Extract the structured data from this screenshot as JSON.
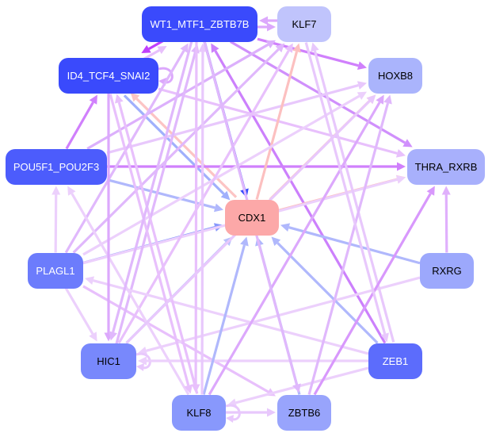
{
  "nodes": [
    {
      "id": "WT1_MTF1_ZBTB7B",
      "label": "WT1_MTF1_ZBTB7B",
      "color": "#3a4afc",
      "text": "#ffffff"
    },
    {
      "id": "KLF7",
      "label": "KLF7",
      "color": "#c0c4fc",
      "text": "#000000"
    },
    {
      "id": "ID4_TCF4_SNAI2",
      "label": "ID4_TCF4_SNAI2",
      "color": "#3a4afc",
      "text": "#ffffff"
    },
    {
      "id": "HOXB8",
      "label": "HOXB8",
      "color": "#aab4fc",
      "text": "#000000"
    },
    {
      "id": "POU5F1_POU2F3",
      "label": "POU5F1_POU2F3",
      "color": "#4c5cfc",
      "text": "#ffffff"
    },
    {
      "id": "THRA_RXRB",
      "label": "THRA_RXRB",
      "color": "#a8b0fc",
      "text": "#000000"
    },
    {
      "id": "CDX1",
      "label": "CDX1",
      "color": "#fca8a8",
      "text": "#000000"
    },
    {
      "id": "PLAGL1",
      "label": "PLAGL1",
      "color": "#6c7cfc",
      "text": "#ffffff"
    },
    {
      "id": "RXRG",
      "label": "RXRG",
      "color": "#9ca8fc",
      "text": "#000000"
    },
    {
      "id": "HIC1",
      "label": "HIC1",
      "color": "#7888fc",
      "text": "#000000"
    },
    {
      "id": "ZEB1",
      "label": "ZEB1",
      "color": "#5c6cfc",
      "text": "#ffffff"
    },
    {
      "id": "KLF8",
      "label": "KLF8",
      "color": "#8898fc",
      "text": "#000000"
    },
    {
      "id": "ZBTB6",
      "label": "ZBTB6",
      "color": "#98a4fc",
      "text": "#000000"
    }
  ],
  "edges": [
    {
      "from": "WT1_MTF1_ZBTB7B",
      "to": "KLF7",
      "color": "#dca8fc"
    },
    {
      "from": "KLF7",
      "to": "WT1_MTF1_ZBTB7B",
      "color": "#dca8fc"
    },
    {
      "from": "WT1_MTF1_ZBTB7B",
      "to": "ID4_TCF4_SNAI2",
      "color": "#c040fc"
    },
    {
      "from": "ID4_TCF4_SNAI2",
      "to": "WT1_MTF1_ZBTB7B",
      "color": "#e8c0fc"
    },
    {
      "from": "WT1_MTF1_ZBTB7B",
      "to": "HOXB8",
      "color": "#d080fc"
    },
    {
      "from": "WT1_MTF1_ZBTB7B",
      "to": "THRA_RXRB",
      "color": "#d090fc"
    },
    {
      "from": "WT1_MTF1_ZBTB7B",
      "to": "CDX1",
      "color": "#3a4cfc"
    },
    {
      "from": "ZEB1",
      "to": "WT1_MTF1_ZBTB7B",
      "color": "#cc80fc"
    },
    {
      "from": "ID4_TCF4_SNAI2",
      "to": "ID4_TCF4_SNAI2",
      "color": "#dca8fc"
    },
    {
      "from": "ID4_TCF4_SNAI2",
      "to": "THRA_RXRB",
      "color": "#e8c0fc"
    },
    {
      "from": "CDX1",
      "to": "ID4_TCF4_SNAI2",
      "color": "#fcc4c4"
    },
    {
      "from": "ID4_TCF4_SNAI2",
      "to": "CDX1",
      "color": "#a0b0fc"
    },
    {
      "from": "POU5F1_POU2F3",
      "to": "ID4_TCF4_SNAI2",
      "color": "#d080fc"
    },
    {
      "from": "POU5F1_POU2F3",
      "to": "THRA_RXRB",
      "color": "#d080fc"
    },
    {
      "from": "POU5F1_POU2F3",
      "to": "CDX1",
      "color": "#b0b8fc"
    },
    {
      "from": "POU5F1_POU2F3",
      "to": "HOXB8",
      "color": "#e8c8fc"
    },
    {
      "from": "POU5F1_POU2F3",
      "to": "KLF7",
      "color": "#dcb0fc"
    },
    {
      "from": "CDX1",
      "to": "KLF7",
      "color": "#fcc0c0"
    },
    {
      "from": "CDX1",
      "to": "HOXB8",
      "color": "#fcc0c0"
    },
    {
      "from": "CDX1",
      "to": "THRA_RXRB",
      "color": "#fcc0c0"
    },
    {
      "from": "PLAGL1",
      "to": "CDX1",
      "color": "#8898fc"
    },
    {
      "from": "PLAGL1",
      "to": "POU5F1_POU2F3",
      "color": "#ecd0fc"
    },
    {
      "from": "PLAGL1",
      "to": "KLF7",
      "color": "#e0b8fc"
    },
    {
      "from": "PLAGL1",
      "to": "WT1_MTF1_ZBTB7B",
      "color": "#e0b8fc"
    },
    {
      "from": "PLAGL1",
      "to": "HIC1",
      "color": "#ecd0fc"
    },
    {
      "from": "PLAGL1",
      "to": "ZBTB6",
      "color": "#e8c0fc"
    },
    {
      "from": "PLAGL1",
      "to": "THRA_RXRB",
      "color": "#ecd0fc"
    },
    {
      "from": "PLAGL1",
      "to": "HOXB8",
      "color": "#ecd0fc"
    },
    {
      "from": "RXRG",
      "to": "CDX1",
      "color": "#b0b8fc"
    },
    {
      "from": "RXRG",
      "to": "THRA_RXRB",
      "color": "#e0b0fc"
    },
    {
      "from": "RXRG",
      "to": "HIC1",
      "color": "#ecd0fc"
    },
    {
      "from": "HIC1",
      "to": "CDX1",
      "color": "#b8c0fc"
    },
    {
      "from": "HIC1",
      "to": "HIC1",
      "color": "#e8c8fc"
    },
    {
      "from": "HIC1",
      "to": "WT1_MTF1_ZBTB7B",
      "color": "#e0b8fc"
    },
    {
      "from": "HIC1",
      "to": "KLF7",
      "color": "#e8c0fc"
    },
    {
      "from": "ZEB1",
      "to": "CDX1",
      "color": "#b0b8fc"
    },
    {
      "from": "ZEB1",
      "to": "HIC1",
      "color": "#ecd0fc"
    },
    {
      "from": "ZEB1",
      "to": "PLAGL1",
      "color": "#ecd0fc"
    },
    {
      "from": "ZEB1",
      "to": "KLF8",
      "color": "#ecd0fc"
    },
    {
      "from": "ZEB1",
      "to": "KLF7",
      "color": "#e8c8fc"
    },
    {
      "from": "KLF8",
      "to": "CDX1",
      "color": "#b0b8fc"
    },
    {
      "from": "KLF8",
      "to": "ZBTB6",
      "color": "#e8c8fc"
    },
    {
      "from": "KLF8",
      "to": "KLF8",
      "color": "#e8c8fc"
    },
    {
      "from": "KLF8",
      "to": "WT1_MTF1_ZBTB7B",
      "color": "#e8c8fc"
    },
    {
      "from": "KLF8",
      "to": "HOXB8",
      "color": "#dca8fc"
    },
    {
      "from": "KLF8",
      "to": "ID4_TCF4_SNAI2",
      "color": "#e8c0fc"
    },
    {
      "from": "KLF8",
      "to": "POU5F1_POU2F3",
      "color": "#ecd0fc"
    },
    {
      "from": "ZBTB6",
      "to": "CDX1",
      "color": "#b0b8fc"
    },
    {
      "from": "ZBTB6",
      "to": "THRA_RXRB",
      "color": "#d898fc"
    },
    {
      "from": "ZBTB6",
      "to": "HOXB8",
      "color": "#e0b8fc"
    },
    {
      "from": "ID4_TCF4_SNAI2",
      "to": "KLF8",
      "color": "#e8c0fc"
    },
    {
      "from": "ID4_TCF4_SNAI2",
      "to": "HIC1",
      "color": "#dca8fc"
    },
    {
      "from": "WT1_MTF1_ZBTB7B",
      "to": "KLF8",
      "color": "#e8c0fc"
    },
    {
      "from": "WT1_MTF1_ZBTB7B",
      "to": "HIC1",
      "color": "#e0b8fc"
    },
    {
      "from": "WT1_MTF1_ZBTB7B",
      "to": "ZBTB6",
      "color": "#e0b8fc"
    },
    {
      "from": "KLF7",
      "to": "ZEB1",
      "color": "#e8c8fc"
    },
    {
      "from": "HIC1",
      "to": "HOXB8",
      "color": "#e8c8fc"
    }
  ]
}
